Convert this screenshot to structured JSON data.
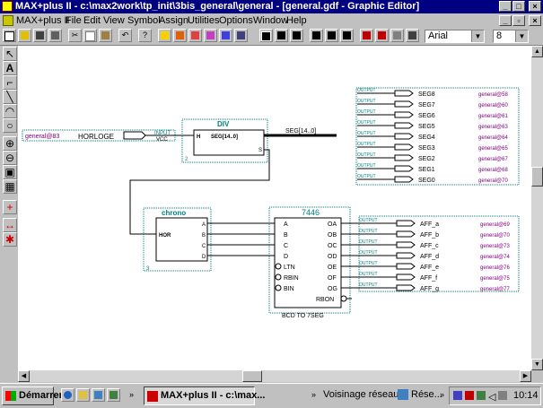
{
  "window": {
    "title": "MAX+plus II - c:\\max2work\\tp_init\\3bis_general\\general - [general.gdf - Graphic Editor]",
    "menu": [
      "MAX+plus II",
      "File",
      "Edit",
      "View",
      "Symbol",
      "Assign",
      "Utilities",
      "Options",
      "Window",
      "Help"
    ]
  },
  "toolbar": {
    "font_name": "Arial",
    "font_size": "8"
  },
  "schematic": {
    "input_pin": {
      "type": "INPUT",
      "vcc": "VCC",
      "name": "HORLOGE",
      "assign": "general@83"
    },
    "div_block": {
      "title": "DIV",
      "port_in": "H",
      "port_out": "SEG[14..0]",
      "num": "2",
      "bus_label": "SEG[14..0]",
      "s_label": "S"
    },
    "chrono_block": {
      "title": "chrono",
      "port_in": "HOR",
      "ports_out": [
        "A",
        "B",
        "C",
        "D"
      ],
      "num": "3"
    },
    "bcd_block": {
      "title": "7446",
      "inputs": [
        "A",
        "B",
        "C",
        "D",
        "LTN",
        "RBIN",
        "BIN"
      ],
      "outputs": [
        "OA",
        "OB",
        "OC",
        "OD",
        "OE",
        "OF",
        "OG",
        "RBON"
      ],
      "footer": "BCD TO 7SEG"
    },
    "seg_outputs": [
      {
        "name": "SEG8",
        "assign": "general@58"
      },
      {
        "name": "SEG7",
        "assign": "general@60"
      },
      {
        "name": "SEG6",
        "assign": "general@61"
      },
      {
        "name": "SEG5",
        "assign": "general@63"
      },
      {
        "name": "SEG4",
        "assign": "general@64"
      },
      {
        "name": "SEG3",
        "assign": "general@65"
      },
      {
        "name": "SEG2",
        "assign": "general@67"
      },
      {
        "name": "SEG1",
        "assign": "general@68"
      },
      {
        "name": "SEG0",
        "assign": "general@70"
      }
    ],
    "aff_outputs": [
      {
        "name": "AFF_a",
        "assign": "general@69"
      },
      {
        "name": "AFF_b",
        "assign": "general@70"
      },
      {
        "name": "AFF_c",
        "assign": "general@73"
      },
      {
        "name": "AFF_d",
        "assign": "general@74"
      },
      {
        "name": "AFF_e",
        "assign": "general@76"
      },
      {
        "name": "AFF_f",
        "assign": "general@75"
      },
      {
        "name": "AFF_g",
        "assign": "general@77"
      }
    ],
    "output_type": "OUTPUT"
  },
  "taskbar": {
    "start_label": "Démarrer",
    "task_label": "MAX+plus II - c:\\max...",
    "network_label": "Voisinage réseau",
    "net_short": "Rése...",
    "clock": "10:14"
  }
}
